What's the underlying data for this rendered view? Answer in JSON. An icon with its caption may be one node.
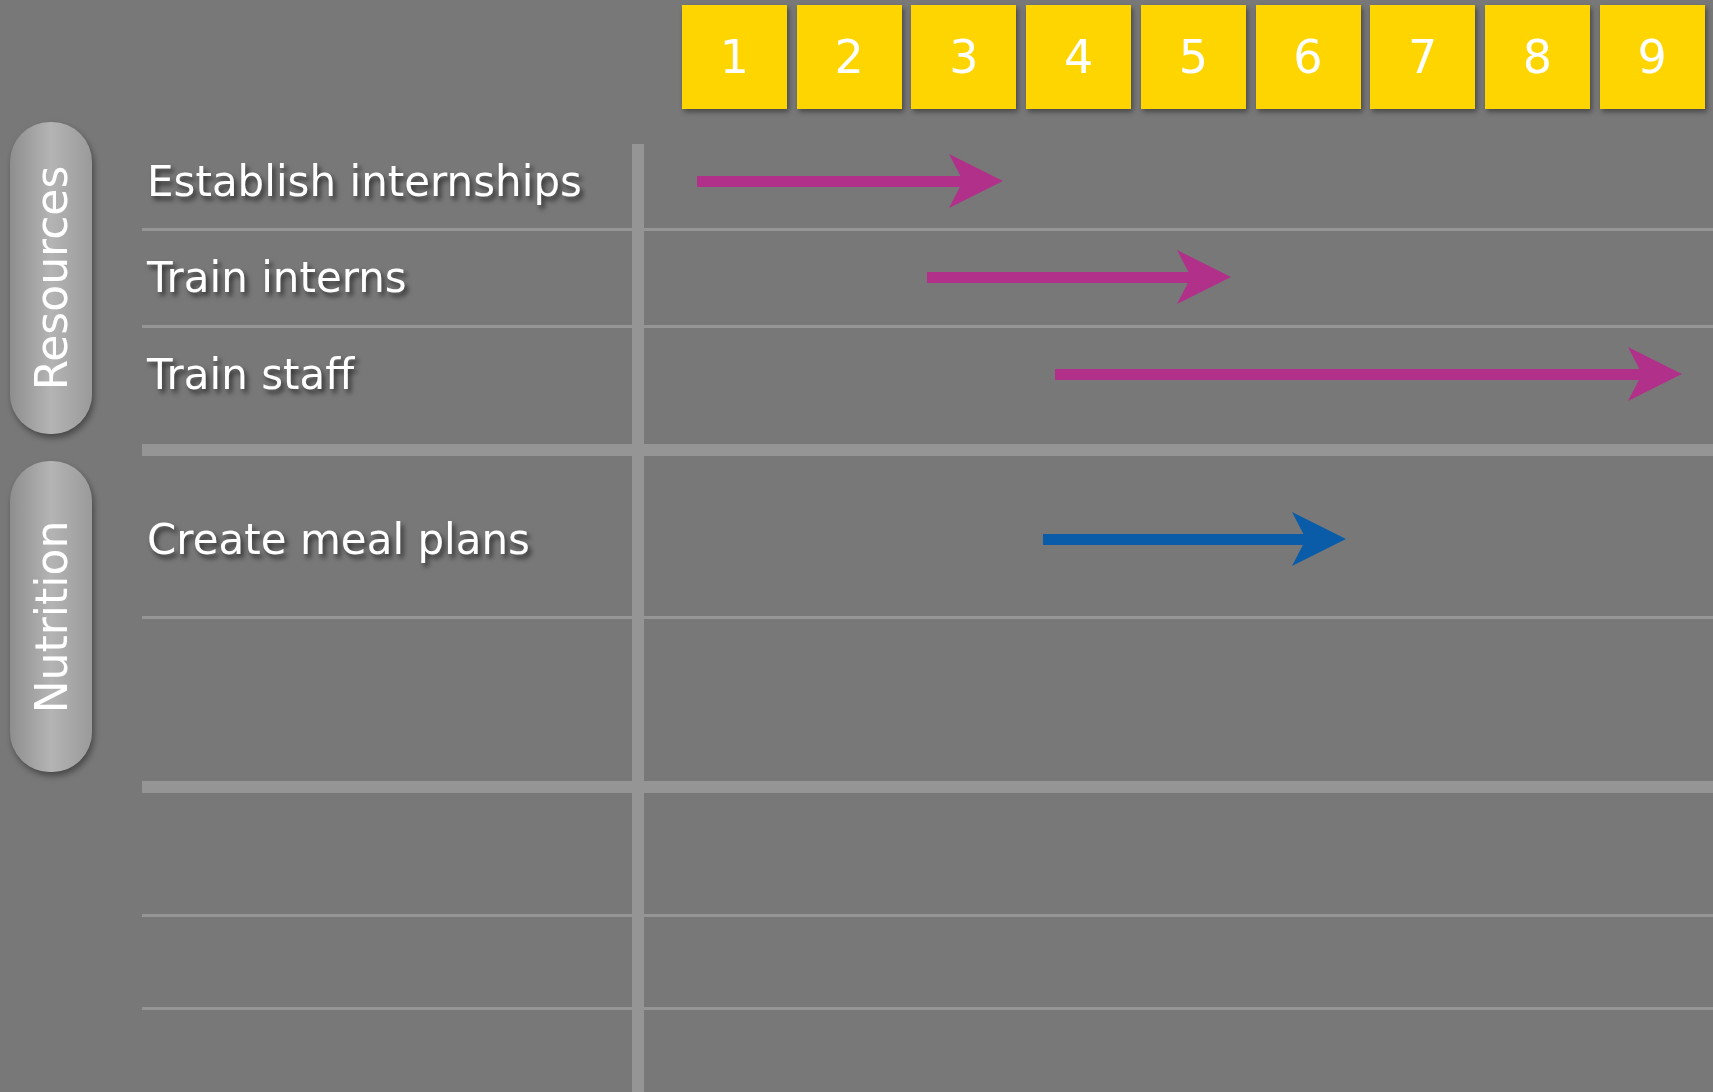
{
  "diagram": {
    "nodes": [
      {
        "text": [
          "Resources"
        ]
      },
      {
        "text": [
          "Nutrition"
        ]
      },
      {
        "text": [
          "1"
        ]
      },
      {
        "text": [
          "2"
        ]
      },
      {
        "text": [
          "3"
        ]
      },
      {
        "text": [
          "4"
        ]
      },
      {
        "text": [
          "5"
        ]
      },
      {
        "text": [
          "6"
        ]
      },
      {
        "text": [
          "7"
        ]
      },
      {
        "text": [
          "8"
        ]
      },
      {
        "text": [
          "9"
        ]
      }
    ],
    "labels": [
      "Establish internships",
      "Train interns",
      "Train staff",
      "Create meal plans"
    ]
  }
}
